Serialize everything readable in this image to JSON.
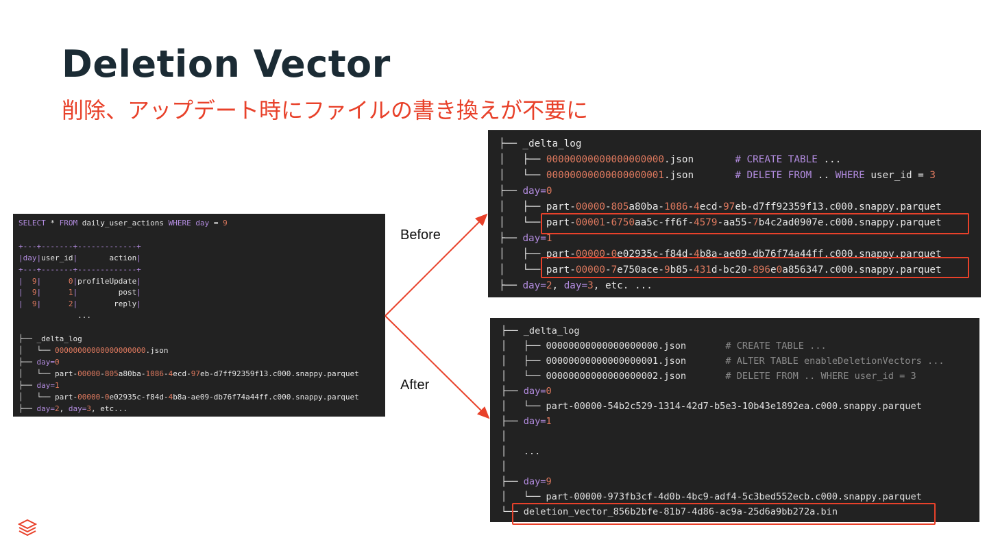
{
  "title": "Deletion Vector",
  "subtitle": "削除、アップデート時にファイルの書き換えが不要に",
  "labels": {
    "before": "Before",
    "after": "After"
  },
  "left_panel": {
    "query": "SELECT * FROM daily_user_actions WHERE day = 9",
    "table_border": "+---+-------+-------------+",
    "table_header": "|day|user_id|       action|",
    "table_rows": [
      "|  9|      0|profileUpdate|",
      "|  9|      1|         post|",
      "|  9|      2|        reply|"
    ],
    "ellipsis": "...",
    "tree": [
      "├── _delta_log",
      "│   └── 00000000000000000000.json",
      "├── day=0",
      "│   └── part-00000-805a80ba-1086-4ecd-97eb-d7ff92359f13.c000.snappy.parquet",
      "├── day=1",
      "│   └── part-00000-0e02935c-f84d-4b8a-ae09-db76f74a44ff.c000.snappy.parquet",
      "├── day=2, day=3, etc..."
    ]
  },
  "before_panel": {
    "lines": [
      "├── _delta_log",
      "│   ├── 00000000000000000000.json       # CREATE TABLE ...",
      "│   └── 00000000000000000001.json       # DELETE FROM .. WHERE user_id = 3",
      "├── day=0",
      "│   ├── part-00000-805a80ba-1086-4ecd-97eb-d7ff92359f13.c000.snappy.parquet",
      "│   └── part-00001-6750aa5c-ff6f-4579-aa55-7b4c2ad0907e.c000.snappy.parquet",
      "├── day=1",
      "│   ├── part-00000-0e02935c-f84d-4b8a-ae09-db76f74a44ff.c000.snappy.parquet",
      "│   └── part-00000-7e750ace-9b85-431d-bc20-896e0a856347.c000.snappy.parquet",
      "├── day=2, day=3, etc. ..."
    ]
  },
  "after_panel": {
    "lines": [
      "├── _delta_log",
      "│   ├── 00000000000000000000.json       # CREATE TABLE ...",
      "│   ├── 00000000000000000001.json       # ALTER TABLE enableDeletionVectors ...",
      "│   └── 00000000000000000002.json       # DELETE FROM .. WHERE user_id = 3",
      "├── day=0",
      "│   └── part-00000-54b2c529-1314-42d7-b5e3-10b43e1892ea.c000.snappy.parquet",
      "├── day=1",
      "│",
      "│   ...",
      "│",
      "├── day=9",
      "│   └── part-00000-973fb3cf-4d0b-4bc9-adf4-5c3bed552ecb.c000.snappy.parquet",
      "└── deletion_vector_856b2bfe-81b7-4d86-ac9a-25d6a9bb272a.bin"
    ]
  },
  "colors": {
    "accent": "#e8412a",
    "panel_bg": "#222222",
    "keyword": "#b38ce0",
    "number": "#e07a5f"
  },
  "icons": {
    "logo": "databricks-logo-icon"
  }
}
